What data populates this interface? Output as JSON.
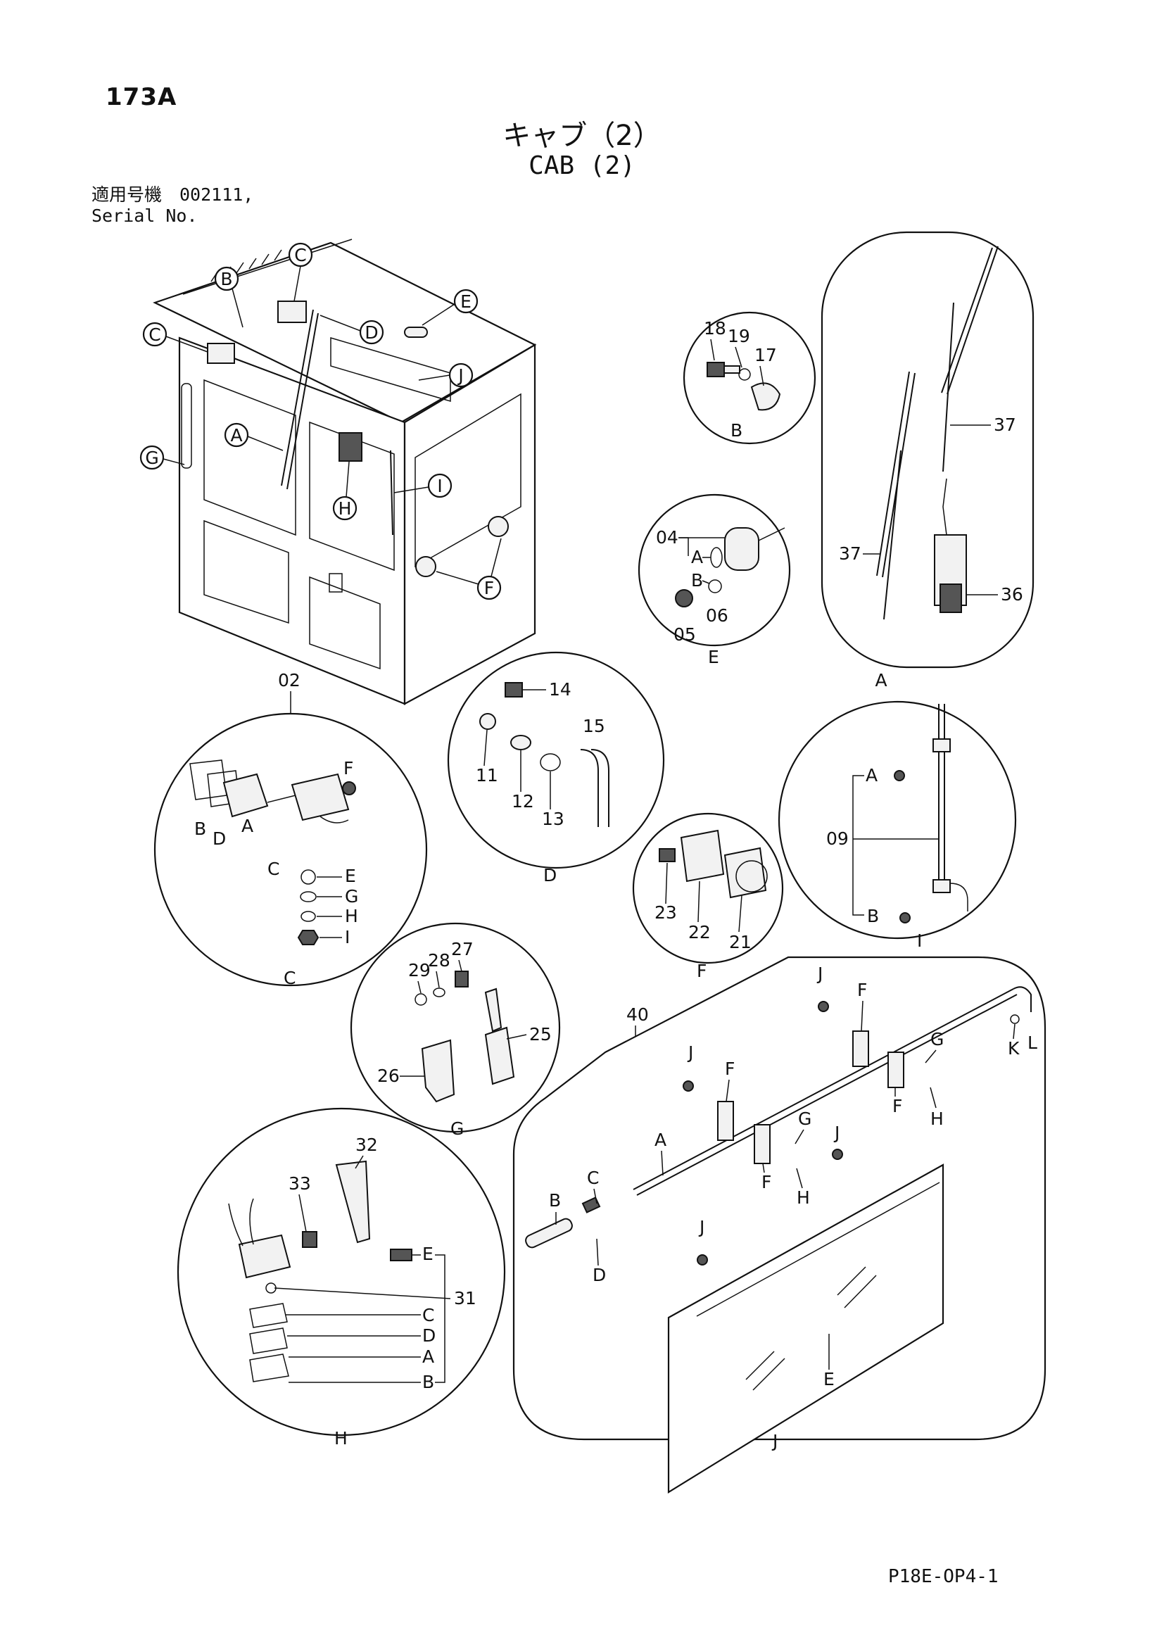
{
  "page_number": "173A",
  "title_jp": "キャブ（2）",
  "title_en": "CAB (2)",
  "serial_jp": "適用号機　002111,",
  "serial_en": "Serial No.",
  "footer_code": "P18E-OP4-1",
  "overview": {
    "callouts": [
      "C",
      "B",
      "C",
      "D",
      "E",
      "J",
      "A",
      "G",
      "H",
      "I",
      "F"
    ]
  },
  "detail_A": {
    "caption": "A",
    "labels": [
      "37",
      "37",
      "36"
    ]
  },
  "detail_B": {
    "caption": "B",
    "labels": [
      "18",
      "19",
      "17"
    ]
  },
  "detail_E": {
    "caption": "E",
    "labels": [
      "04",
      "A",
      "B",
      "05",
      "06"
    ]
  },
  "detail_C": {
    "ref": "02",
    "caption": "C",
    "labels": [
      "B",
      "D",
      "A",
      "C",
      "F",
      "E",
      "G",
      "H",
      "I"
    ]
  },
  "detail_D": {
    "caption": "D",
    "labels": [
      "14",
      "11",
      "12",
      "13",
      "15"
    ]
  },
  "detail_I": {
    "caption": "I",
    "labels": [
      "A",
      "09",
      "B"
    ]
  },
  "detail_F": {
    "caption": "F",
    "labels": [
      "23",
      "22",
      "21"
    ]
  },
  "detail_G": {
    "caption": "G",
    "labels": [
      "29",
      "28",
      "27",
      "25",
      "26"
    ]
  },
  "detail_H": {
    "caption": "H",
    "labels": [
      "33",
      "32",
      "E",
      "31",
      "C",
      "D",
      "A",
      "B"
    ]
  },
  "detail_J": {
    "ref": "40",
    "caption": "J",
    "labels": [
      "J",
      "F",
      "G",
      "K",
      "L",
      "J",
      "F",
      "F",
      "H",
      "A",
      "G",
      "C",
      "J",
      "B",
      "D",
      "F",
      "H",
      "J",
      "E"
    ]
  }
}
